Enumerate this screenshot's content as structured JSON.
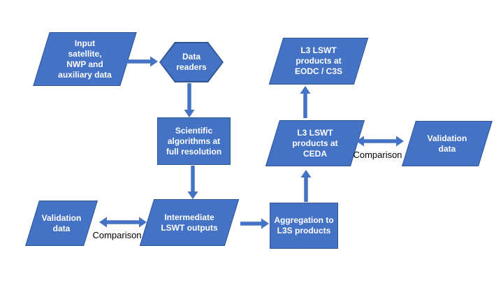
{
  "diagram": {
    "type": "flowchart",
    "colors": {
      "background": "#FFFFFF",
      "shape_fill": "#4472C4",
      "shape_border": "#2F5597",
      "arrow": "#4472C4",
      "label_text": "#FFFFFF",
      "comparison_text": "#000000"
    },
    "nodes": [
      {
        "id": "input-data",
        "shape": "parallelogram",
        "label": "Input\nsatellite,\nNWP and\nauxiliary data"
      },
      {
        "id": "data-readers",
        "shape": "hexagon",
        "label": "Data\nreaders"
      },
      {
        "id": "scientific-algorithms",
        "shape": "rectangle",
        "label": "Scientific\nalgorithms at\nfull resolution"
      },
      {
        "id": "validation-data-left",
        "shape": "parallelogram",
        "label": "Validation\ndata"
      },
      {
        "id": "intermediate-lswt-outputs",
        "shape": "parallelogram",
        "label": "Intermediate\nLSWT outputs"
      },
      {
        "id": "aggregation-l3s",
        "shape": "rectangle",
        "label": "Aggregation to\nL3S products"
      },
      {
        "id": "l3-lswt-ceda",
        "shape": "parallelogram",
        "label": "L3 LSWT\nproducts at\nCEDA"
      },
      {
        "id": "validation-data-right",
        "shape": "parallelogram",
        "label": "Validation\ndata"
      },
      {
        "id": "l3-lswt-eodc-c3s",
        "shape": "parallelogram",
        "label": "L3 LSWT\nproducts at\nEODC / C3S"
      }
    ],
    "edges": [
      {
        "from": "input-data",
        "to": "data-readers",
        "type": "arrow",
        "label": ""
      },
      {
        "from": "data-readers",
        "to": "scientific-algorithms",
        "type": "arrow",
        "label": ""
      },
      {
        "from": "scientific-algorithms",
        "to": "intermediate-lswt-outputs",
        "type": "arrow",
        "label": ""
      },
      {
        "from": "validation-data-left",
        "to": "intermediate-lswt-outputs",
        "type": "double-arrow",
        "label": "Comparison"
      },
      {
        "from": "intermediate-lswt-outputs",
        "to": "aggregation-l3s",
        "type": "arrow",
        "label": ""
      },
      {
        "from": "aggregation-l3s",
        "to": "l3-lswt-ceda",
        "type": "arrow",
        "label": ""
      },
      {
        "from": "l3-lswt-ceda",
        "to": "l3-lswt-eodc-c3s",
        "type": "arrow",
        "label": ""
      },
      {
        "from": "l3-lswt-ceda",
        "to": "validation-data-right",
        "type": "double-arrow",
        "label": "Comparison"
      }
    ]
  }
}
